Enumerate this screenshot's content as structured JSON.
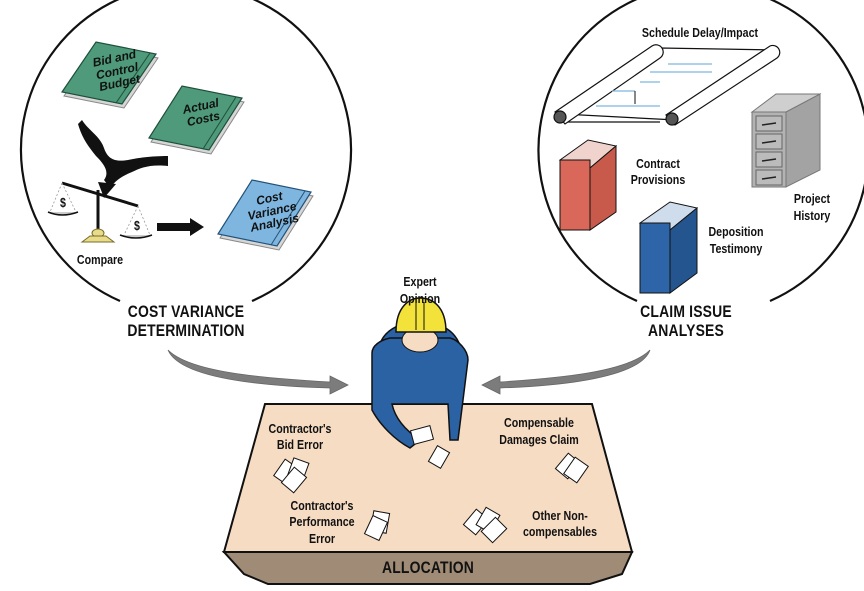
{
  "left_circle": {
    "title_line1": "COST VARIANCE",
    "title_line2": "DETERMINATION",
    "book_bid_budget": "Bid and\nControl\nBudget",
    "book_actual_costs": "Actual\nCosts",
    "book_cost_variance": "Cost\nVariance\nAnalysis",
    "compare_label": "Compare",
    "dollar_symbol": "$",
    "icons": [
      "book-icon",
      "scale-icon",
      "curved-arrow-icon",
      "right-arrow-icon"
    ]
  },
  "right_circle": {
    "title_line1": "CLAIM ISSUE",
    "title_line2": "ANALYSES",
    "schedule_label": "Schedule Delay/Impact",
    "contract_line1": "Contract",
    "contract_line2": "Provisions",
    "deposition_line1": "Deposition",
    "deposition_line2": "Testimony",
    "history_line1": "Project",
    "history_line2": "History",
    "icons": [
      "schedule-scroll-icon",
      "book-icon",
      "filing-cabinet-icon"
    ]
  },
  "center": {
    "expert_line1": "Expert",
    "expert_line2": "Opinion",
    "icons": [
      "worker-hardhat-icon"
    ]
  },
  "table": {
    "title": "ALLOCATION",
    "bid_error_line1": "Contractor's",
    "bid_error_line2": "Bid Error",
    "perf_error_line1": "Contractor's",
    "perf_error_line2": "Performance",
    "perf_error_line3": "Error",
    "compensable_line1": "Compensable",
    "compensable_line2": "Damages Claim",
    "noncomp_line1": "Other Non-",
    "noncomp_line2": "compensables"
  },
  "colors": {
    "green_book": "#4e9a7a",
    "blue_book": "#7fb6e0",
    "red_book": "#d9685a",
    "dark_blue_book": "#2d65a8",
    "cabinet": "#b3b3b3",
    "hardhat": "#f2e23a",
    "shirt": "#2b62a3",
    "table_top": "#f6dcc3",
    "table_front": "#a08b76",
    "arrow_gray": "#7c7c7c"
  }
}
